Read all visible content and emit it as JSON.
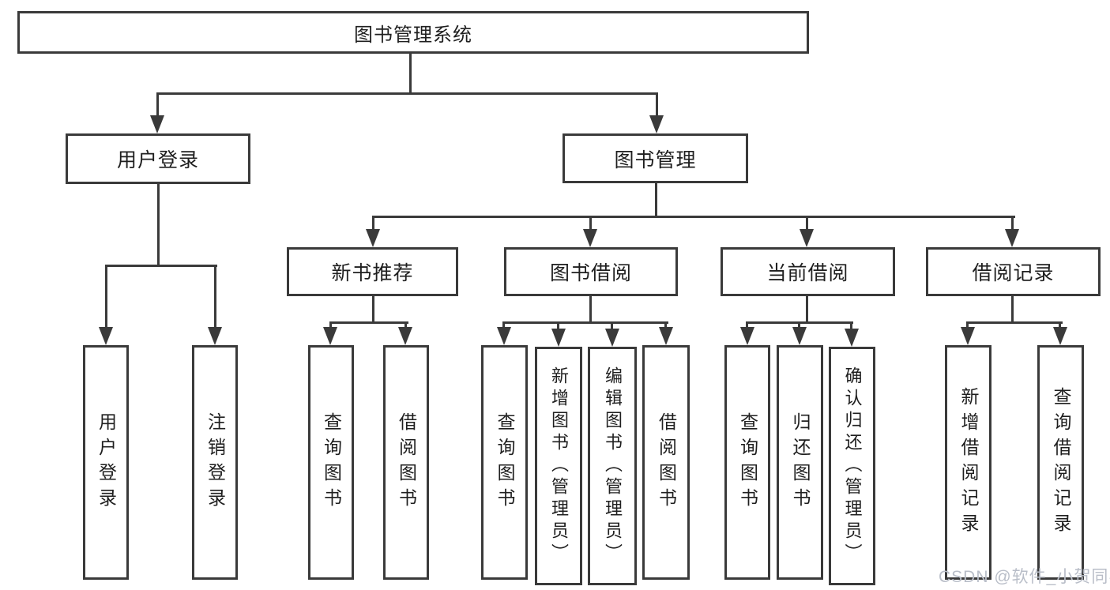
{
  "diagram": {
    "type": "hierarchy-tree",
    "root": {
      "label": "图书管理系统"
    },
    "branches": [
      {
        "label": "用户登录",
        "leaves": [
          {
            "label": "用户登录"
          },
          {
            "label": "注销登录"
          }
        ]
      },
      {
        "label": "图书管理",
        "sections": [
          {
            "label": "新书推荐",
            "leaves": [
              {
                "label": "查询图书"
              },
              {
                "label": "借阅图书"
              }
            ]
          },
          {
            "label": "图书借阅",
            "leaves": [
              {
                "label": "查询图书"
              },
              {
                "label": "新增图书（管理员）"
              },
              {
                "label": "编辑图书（管理员）"
              },
              {
                "label": "借阅图书"
              }
            ]
          },
          {
            "label": "当前借阅",
            "leaves": [
              {
                "label": "查询图书"
              },
              {
                "label": "归还图书"
              },
              {
                "label": "确认归还（管理员）"
              }
            ]
          },
          {
            "label": "借阅记录",
            "leaves": [
              {
                "label": "新增借阅记录"
              },
              {
                "label": "查询借阅记录"
              }
            ]
          }
        ]
      }
    ],
    "colors": {
      "line": "#3a3a3a",
      "text": "#1f1f1f",
      "background": "#ffffff",
      "watermark": "#b9bec8"
    }
  },
  "watermark": {
    "text": "CSDN @软件_小贺同学"
  }
}
